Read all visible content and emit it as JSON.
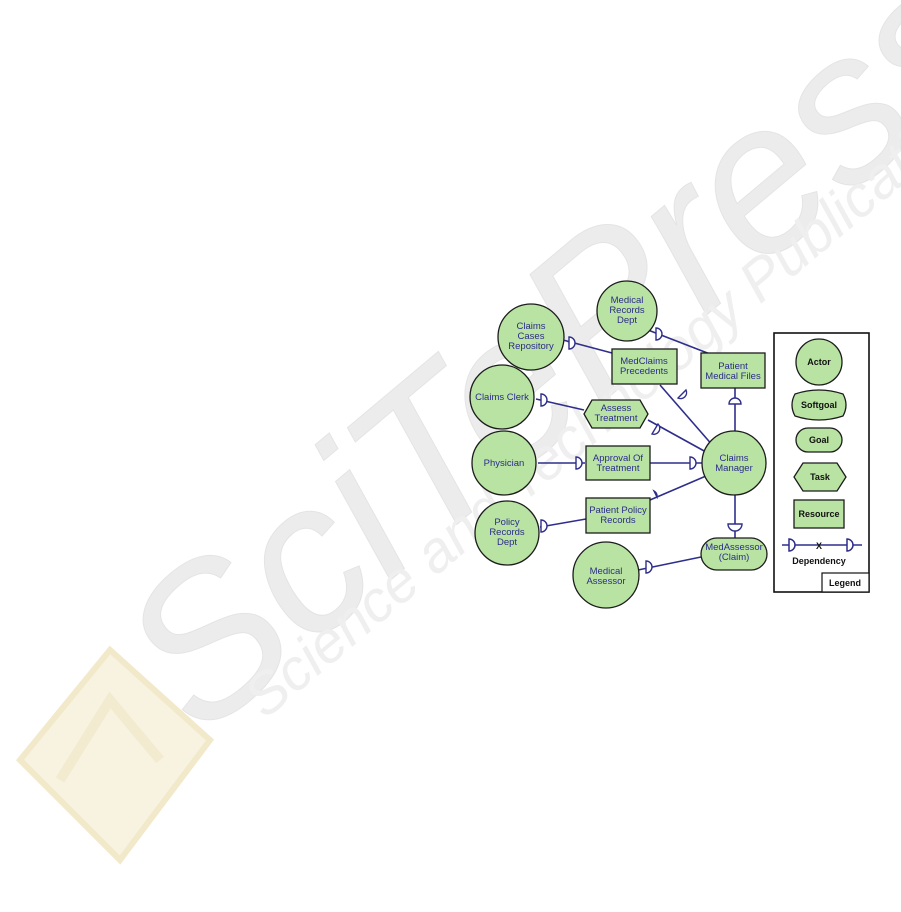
{
  "colors": {
    "node_fill": "#b9e3a3",
    "node_stroke": "#1c1c1c",
    "link": "#2e2e8c",
    "label_text": "#2c2c8a",
    "watermark": "#e6e6e6",
    "watermark_yellow": "#f8f3e0"
  },
  "watermark": {
    "brand": "SciTePress",
    "tagline": "Science and Technology Publications"
  },
  "nodes": {
    "medical_records_dept": [
      "Medical",
      "Records",
      "Dept"
    ],
    "claims_cases_repository": [
      "Claims",
      "Cases",
      "Repository"
    ],
    "medclaims_precedents": [
      "MedClaims",
      "Precedents"
    ],
    "patient_medical_files": [
      "Patient",
      "Medical Files"
    ],
    "claims_clerk": [
      "Claims Clerk"
    ],
    "assess_treatment": [
      "Assess",
      "Treatment"
    ],
    "physician": [
      "Physician"
    ],
    "approval_of_treatment": [
      "Approval Of",
      "Treatment"
    ],
    "claims_manager": [
      "Claims",
      "Manager"
    ],
    "policy_records_dept": [
      "Policy",
      "Records",
      "Dept"
    ],
    "patient_policy_records": [
      "Patient Policy",
      "Records"
    ],
    "medassessor_claim": [
      "MedAssessor",
      "(Claim)"
    ],
    "medical_assessor": [
      "Medical",
      "Assessor"
    ]
  },
  "legend": {
    "title": "Legend",
    "actor": "Actor",
    "softgoal": "Softgoal",
    "goal": "Goal",
    "task": "Task",
    "resource": "Resource",
    "dependency_x": "X",
    "dependency": "Dependency"
  }
}
